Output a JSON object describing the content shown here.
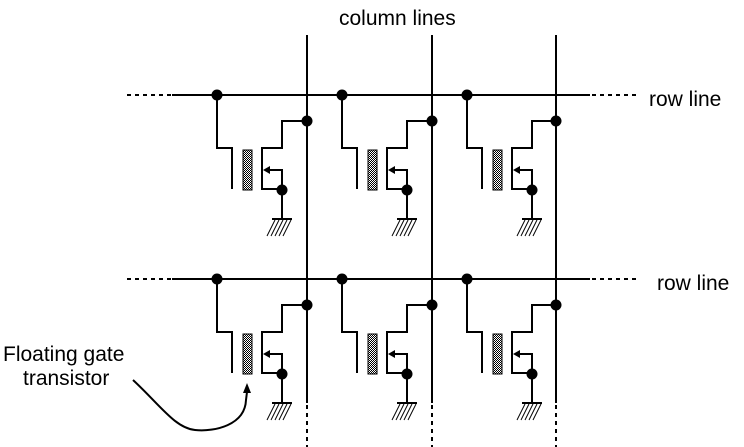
{
  "title": "column lines",
  "row_labels": [
    "row line",
    "row line"
  ],
  "callout": {
    "line1": "Floating gate",
    "line2": "transistor"
  },
  "grid": {
    "rows": 2,
    "columns": 3,
    "cell_type": "floating-gate-transistor"
  },
  "colors": {
    "line": "#000000",
    "background": "#ffffff"
  }
}
